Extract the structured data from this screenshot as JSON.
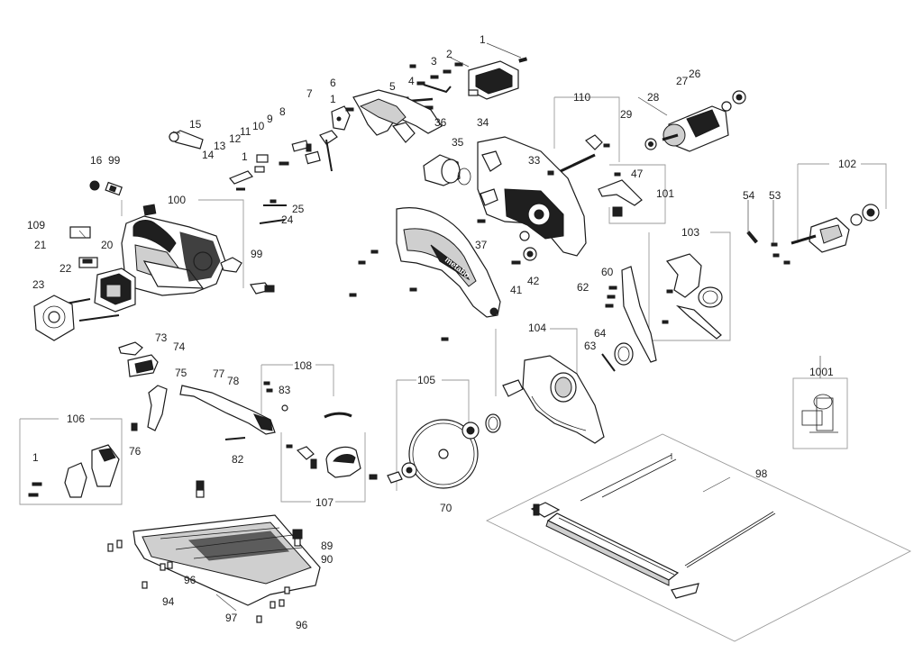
{
  "diagram": {
    "type": "exploded-parts-diagram",
    "part_labels": [
      "1",
      "2",
      "3",
      "4",
      "5",
      "6",
      "7",
      "1",
      "8",
      "9",
      "10",
      "11",
      "12",
      "13",
      "1",
      "14",
      "15",
      "16",
      "99",
      "100",
      "109",
      "21",
      "20",
      "22",
      "23",
      "25",
      "24",
      "99",
      "34",
      "33",
      "35",
      "36",
      "37",
      "41",
      "42",
      "110",
      "47",
      "101",
      "26",
      "27",
      "28",
      "29",
      "54",
      "53",
      "102",
      "103",
      "60",
      "62",
      "64",
      "63",
      "104",
      "73",
      "74",
      "75",
      "77",
      "78",
      "108",
      "83",
      "76",
      "82",
      "106",
      "1",
      "105",
      "70",
      "107",
      "1001",
      "98",
      "89",
      "90",
      "96",
      "94",
      "97",
      "96"
    ]
  }
}
